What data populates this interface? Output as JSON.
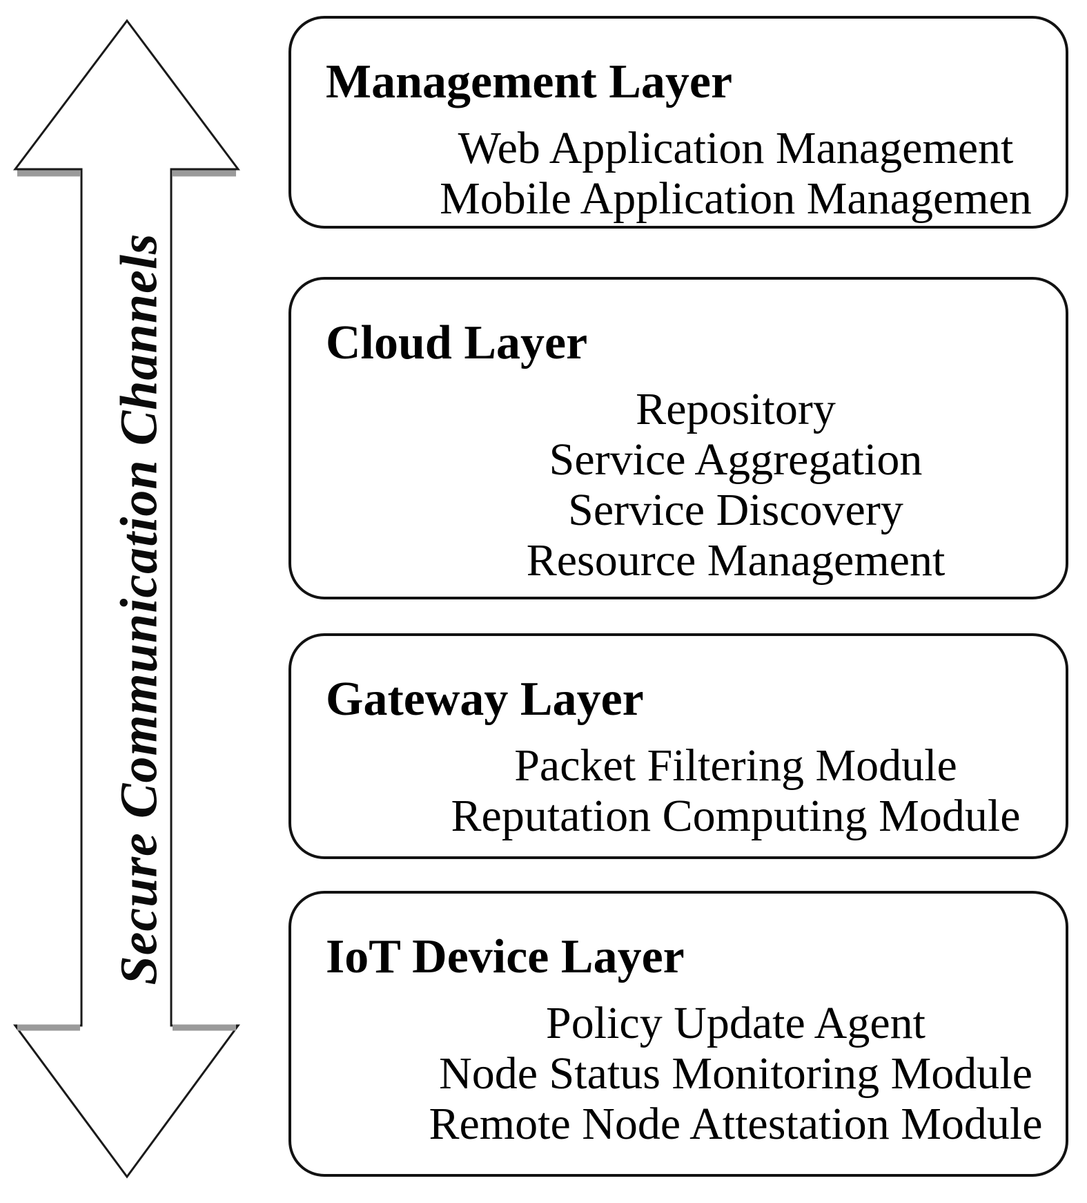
{
  "diagram": {
    "title_hint": "layered IoT security architecture",
    "colors": {
      "background": "#ffffff",
      "text": "#000000",
      "box_border": "#121212",
      "arrow_outline": "#1a1a1a",
      "arrow_base_shadow": "#9a9a9a"
    },
    "arrow": {
      "label": "Secure Communication Channels",
      "direction": "vertical-double-headed"
    },
    "layers": [
      {
        "title": "Management Layer",
        "items": [
          "Web Application Management",
          "Mobile Application Managemen"
        ]
      },
      {
        "title": "Cloud Layer",
        "items": [
          "Repository",
          "Service Aggregation",
          "Service Discovery",
          "Resource Management"
        ]
      },
      {
        "title": "Gateway Layer",
        "items": [
          "Packet Filtering Module",
          "Reputation Computing Module"
        ]
      },
      {
        "title": "IoT Device Layer",
        "items": [
          "Policy Update Agent",
          "Node Status Monitoring Module",
          "Remote Node Attestation Module"
        ]
      }
    ]
  }
}
